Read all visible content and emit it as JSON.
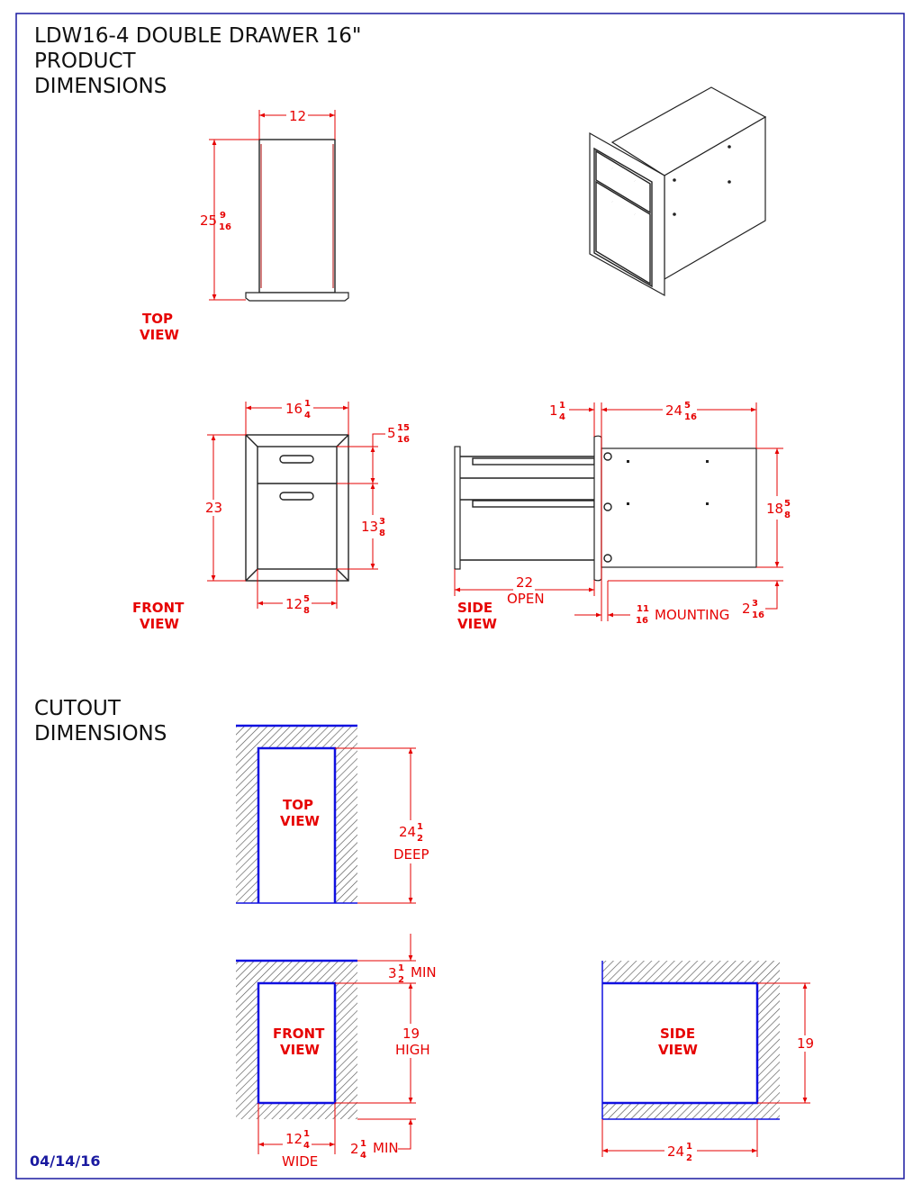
{
  "title": "LDW16-4 DOUBLE DRAWER 16\"",
  "product_heading": [
    "PRODUCT",
    "DIMENSIONS"
  ],
  "cutout_heading": [
    "CUTOUT",
    "DIMENSIONS"
  ],
  "date": "04/14/16",
  "colors": {
    "dimension": "#e60000",
    "border": "#1a1aa0",
    "cutout_edge": "#1010e0",
    "outline": "#222222"
  },
  "product": {
    "top_view": {
      "label": [
        "TOP",
        "VIEW"
      ],
      "width": "12",
      "depth": {
        "whole": "25",
        "num": "9",
        "den": "16"
      }
    },
    "front_view": {
      "label": [
        "FRONT",
        "VIEW"
      ],
      "width": {
        "whole": "16",
        "num": "1",
        "den": "4"
      },
      "height": "23",
      "top_drawer": {
        "whole": "5",
        "num": "15",
        "den": "16"
      },
      "bottom_drawer": {
        "whole": "13",
        "num": "3",
        "den": "8"
      },
      "inner_width": {
        "whole": "12",
        "num": "5",
        "den": "8"
      }
    },
    "side_view": {
      "label": [
        "SIDE",
        "VIEW"
      ],
      "flange": {
        "whole": "1",
        "num": "1",
        "den": "4"
      },
      "depth": {
        "whole": "24",
        "num": "5",
        "den": "16"
      },
      "height": {
        "whole": "18",
        "num": "5",
        "den": "8"
      },
      "open": [
        "22",
        "OPEN"
      ],
      "mounting": {
        "num": "11",
        "den": "16",
        "text": "MOUNTING"
      },
      "bottom_offset": {
        "whole": "2",
        "num": "3",
        "den": "16"
      }
    }
  },
  "cutout": {
    "top_view": {
      "label": [
        "TOP",
        "VIEW"
      ],
      "depth": {
        "whole": "24",
        "num": "1",
        "den": "2",
        "text": "DEEP"
      }
    },
    "front_view": {
      "label": [
        "FRONT",
        "VIEW"
      ],
      "top_min": {
        "whole": "3",
        "num": "1",
        "den": "2",
        "text": "MIN"
      },
      "height": {
        "value": "19",
        "text": "HIGH"
      },
      "width": {
        "whole": "12",
        "num": "1",
        "den": "4",
        "text": "WIDE"
      },
      "bottom_min": {
        "whole": "2",
        "num": "1",
        "den": "4",
        "text": "MIN"
      }
    },
    "side_view": {
      "label": [
        "SIDE",
        "VIEW"
      ],
      "height": "19",
      "depth": {
        "whole": "24",
        "num": "1",
        "den": "2"
      }
    }
  }
}
